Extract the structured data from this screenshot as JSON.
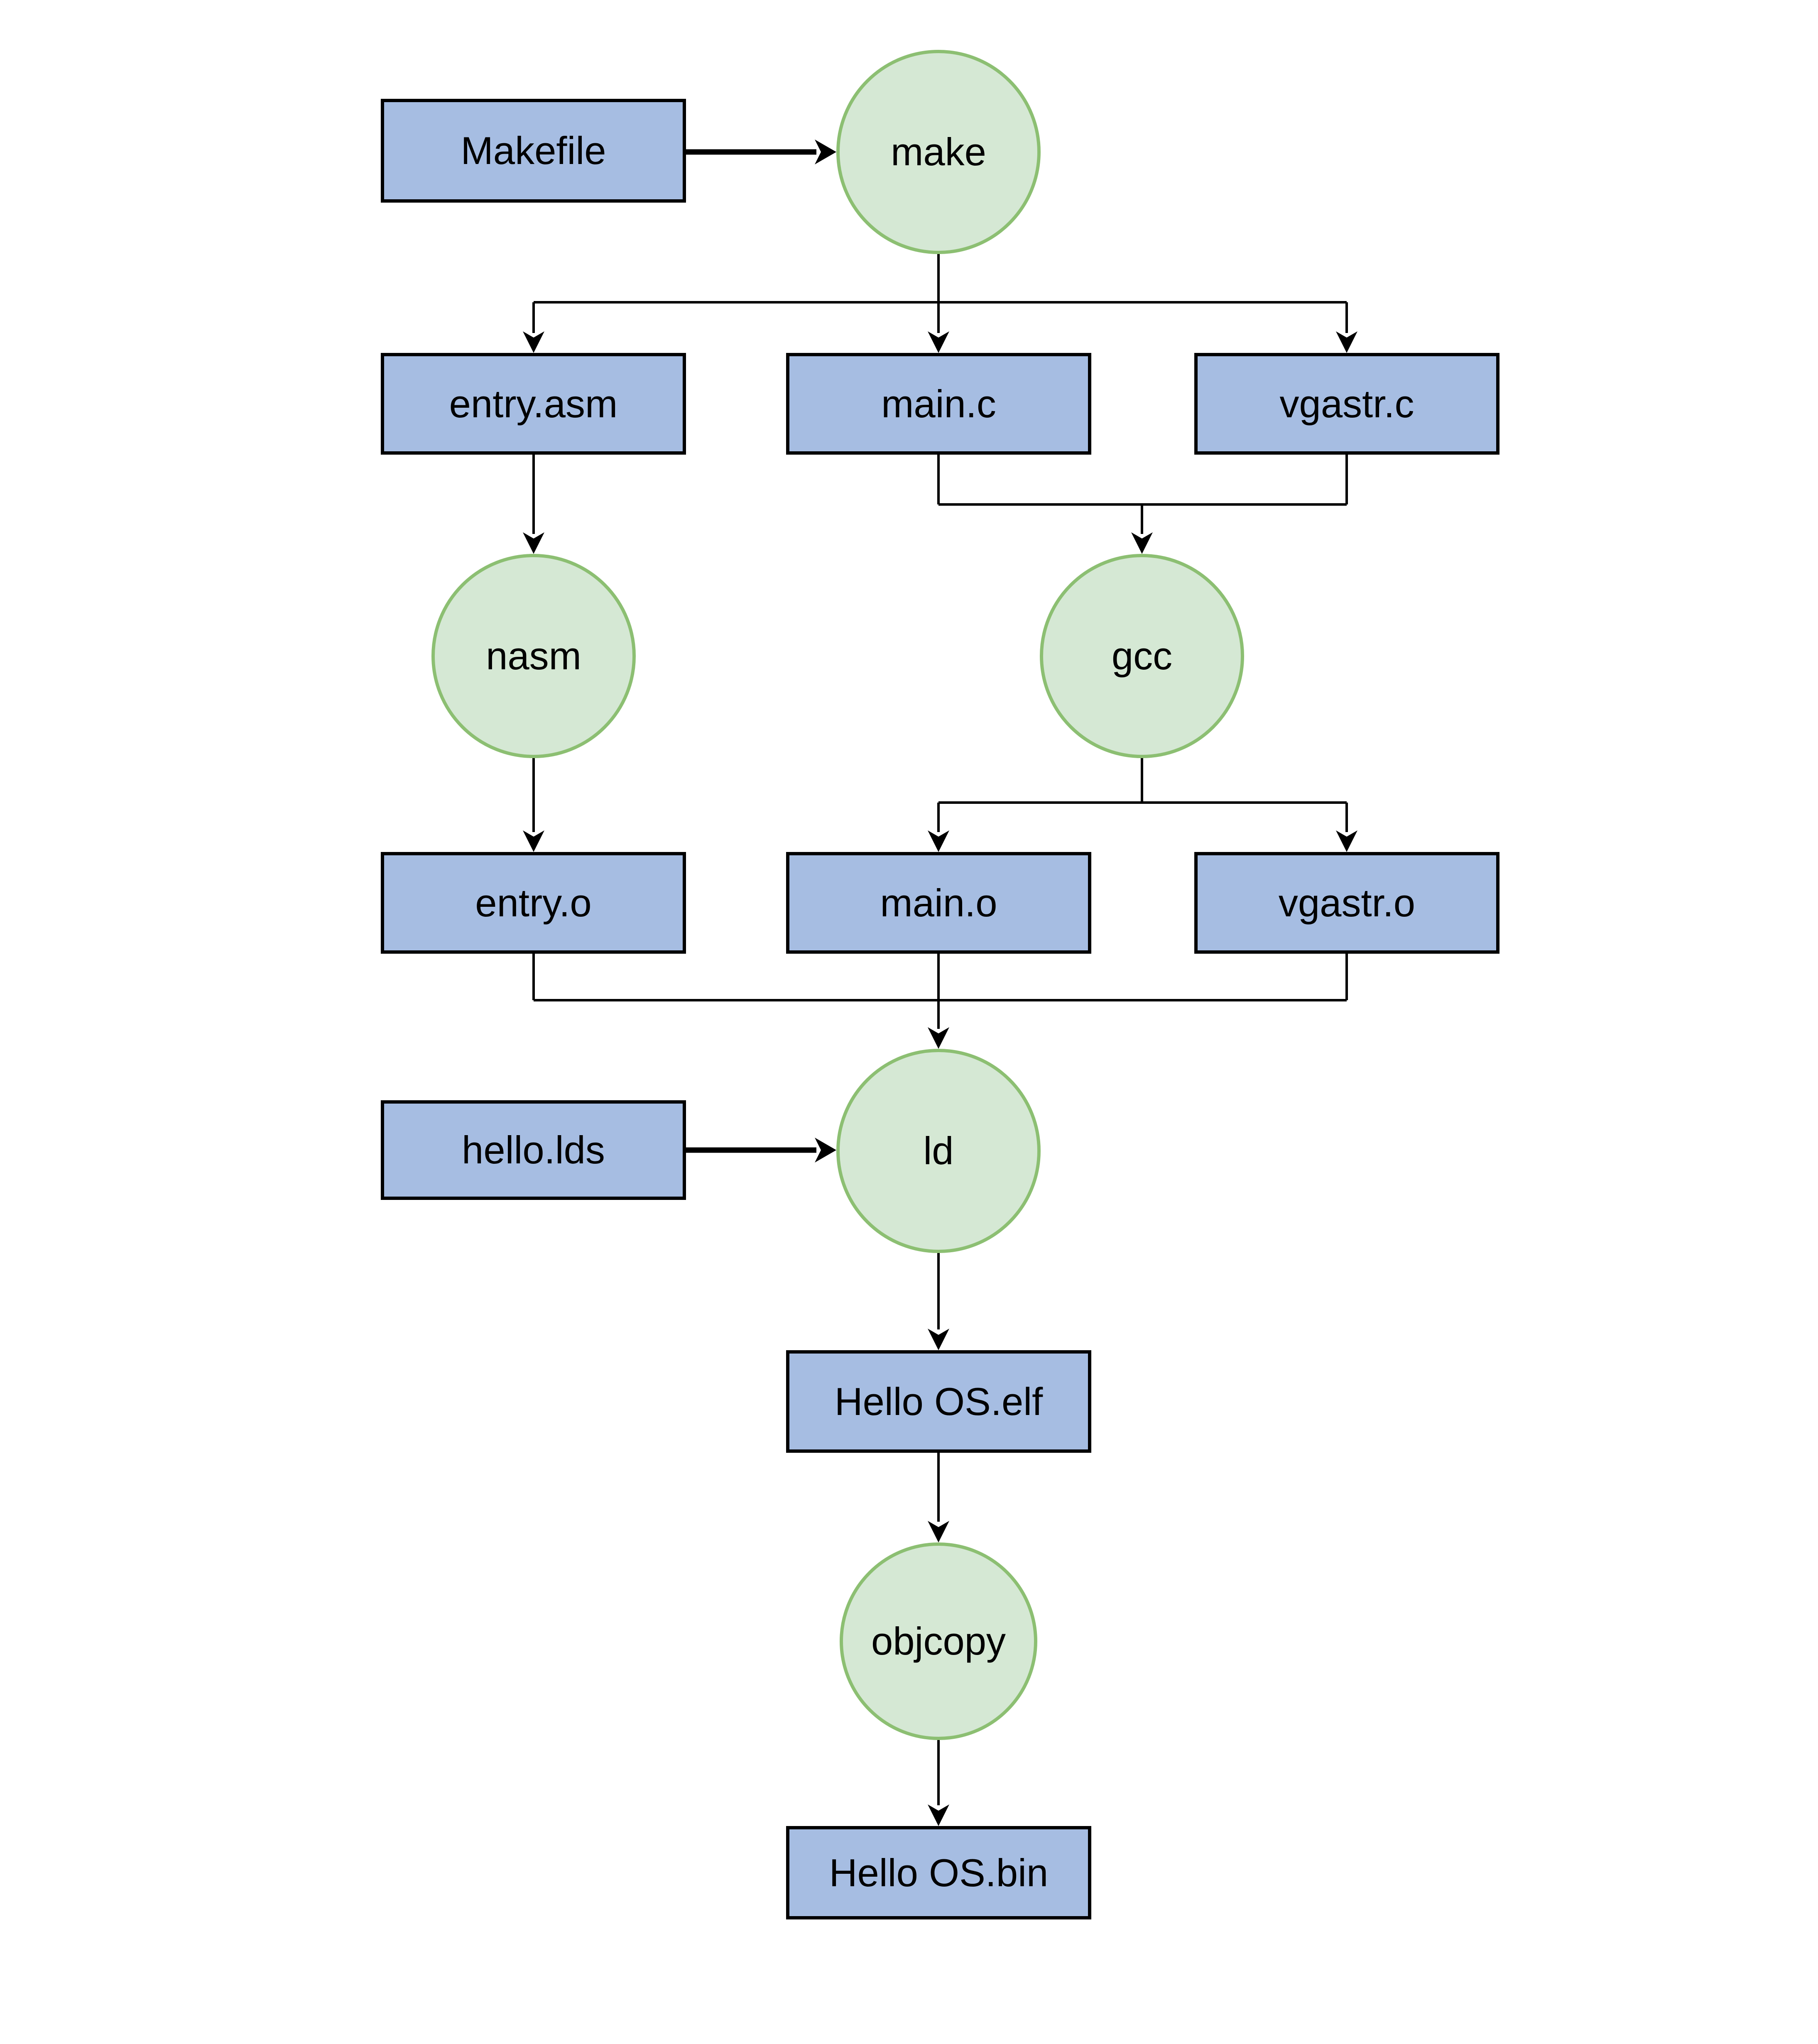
{
  "diagram": {
    "nodes": {
      "makefile": {
        "label": "Makefile",
        "kind": "file"
      },
      "make": {
        "label": "make",
        "kind": "tool"
      },
      "entry_asm": {
        "label": "entry.asm",
        "kind": "file"
      },
      "main_c": {
        "label": "main.c",
        "kind": "file"
      },
      "vgastr_c": {
        "label": "vgastr.c",
        "kind": "file"
      },
      "nasm": {
        "label": "nasm",
        "kind": "tool"
      },
      "gcc": {
        "label": "gcc",
        "kind": "tool"
      },
      "entry_o": {
        "label": "entry.o",
        "kind": "file"
      },
      "main_o": {
        "label": "main.o",
        "kind": "file"
      },
      "vgastr_o": {
        "label": "vgastr.o",
        "kind": "file"
      },
      "hello_lds": {
        "label": "hello.lds",
        "kind": "file"
      },
      "ld": {
        "label": "ld",
        "kind": "tool"
      },
      "hello_os_elf": {
        "label": "Hello OS.elf",
        "kind": "file"
      },
      "objcopy": {
        "label": "objcopy",
        "kind": "tool"
      },
      "hello_os_bin": {
        "label": "Hello OS.bin",
        "kind": "file"
      }
    },
    "edges": [
      {
        "from": "Makefile",
        "to": "make"
      },
      {
        "from": "make",
        "to": "entry.asm"
      },
      {
        "from": "make",
        "to": "main.c"
      },
      {
        "from": "make",
        "to": "vgastr.c"
      },
      {
        "from": "entry.asm",
        "to": "nasm"
      },
      {
        "from": "main.c",
        "to": "gcc"
      },
      {
        "from": "vgastr.c",
        "to": "gcc"
      },
      {
        "from": "nasm",
        "to": "entry.o"
      },
      {
        "from": "gcc",
        "to": "main.o"
      },
      {
        "from": "gcc",
        "to": "vgastr.o"
      },
      {
        "from": "entry.o",
        "to": "ld"
      },
      {
        "from": "main.o",
        "to": "ld"
      },
      {
        "from": "vgastr.o",
        "to": "ld"
      },
      {
        "from": "hello.lds",
        "to": "ld"
      },
      {
        "from": "ld",
        "to": "Hello OS.elf"
      },
      {
        "from": "Hello OS.elf",
        "to": "objcopy"
      },
      {
        "from": "objcopy",
        "to": "Hello OS.bin"
      }
    ],
    "colors": {
      "file_fill": "#a6bde2",
      "file_stroke": "#000000",
      "tool_fill": "#d5e8d4",
      "tool_stroke": "#8cbf72",
      "connector": "#000000",
      "text": "#000000",
      "background": "#ffffff"
    }
  }
}
